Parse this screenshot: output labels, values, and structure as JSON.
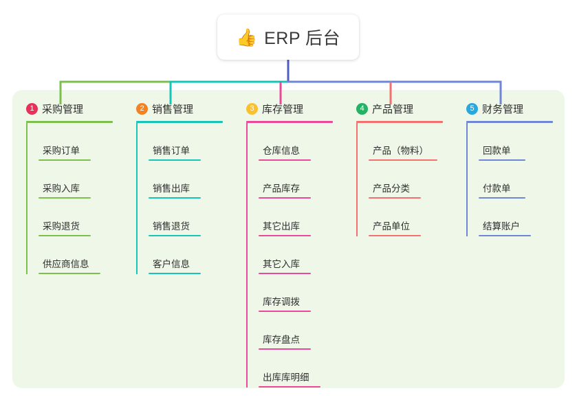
{
  "root": {
    "emoji": "👍",
    "emoji_name": "thumbs-up-icon",
    "title": "ERP 后台"
  },
  "colors": {
    "panel_bg": "#eef7e8",
    "page_bg": "#ffffff",
    "root_stem": "#4f5cc4",
    "text": "#2f2f2f"
  },
  "columns": [
    {
      "number": "1",
      "title": "采购管理",
      "badge_color": "#e8305a",
      "line_color": "#7cbf4e",
      "items": [
        {
          "label": "采购订单",
          "rule_width": 76
        },
        {
          "label": "采购入库",
          "rule_width": 76
        },
        {
          "label": "采购退货",
          "rule_width": 76
        },
        {
          "label": "供应商信息",
          "rule_width": 90
        }
      ]
    },
    {
      "number": "2",
      "title": "销售管理",
      "badge_color": "#f58220",
      "line_color": "#17c4b8",
      "items": [
        {
          "label": "销售订单",
          "rule_width": 76
        },
        {
          "label": "销售出库",
          "rule_width": 76
        },
        {
          "label": "销售退货",
          "rule_width": 76
        },
        {
          "label": "客户信息",
          "rule_width": 76
        }
      ]
    },
    {
      "number": "3",
      "title": "库存管理",
      "badge_color": "#fbc02d",
      "line_color": "#ec4899",
      "items": [
        {
          "label": "仓库信息",
          "rule_width": 76
        },
        {
          "label": "产品库存",
          "rule_width": 76
        },
        {
          "label": "其它出库",
          "rule_width": 76
        },
        {
          "label": "其它入库",
          "rule_width": 76
        },
        {
          "label": "库存调拨",
          "rule_width": 76
        },
        {
          "label": "库存盘点",
          "rule_width": 76
        },
        {
          "label": "出库库明细",
          "rule_width": 90
        }
      ]
    },
    {
      "number": "4",
      "title": "产品管理",
      "badge_color": "#24b264",
      "line_color": "#f4706e",
      "items": [
        {
          "label": "产品（物料）",
          "rule_width": 100
        },
        {
          "label": "产品分类",
          "rule_width": 76
        },
        {
          "label": "产品单位",
          "rule_width": 76
        }
      ]
    },
    {
      "number": "5",
      "title": "财务管理",
      "badge_color": "#28a8e0",
      "line_color": "#6f86d6",
      "items": [
        {
          "label": "回款单",
          "rule_width": 68
        },
        {
          "label": "付款单",
          "rule_width": 68
        },
        {
          "label": "结算账户",
          "rule_width": 76
        }
      ]
    }
  ]
}
